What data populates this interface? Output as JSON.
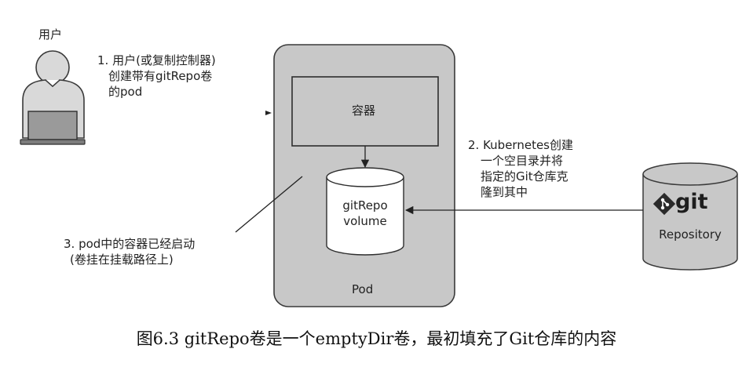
{
  "user": {
    "label": "用户"
  },
  "step1": {
    "lines": [
      "1. 用户(或复制控制器)",
      "创建带有gitRepo卷",
      "的pod"
    ]
  },
  "step2": {
    "lines": [
      "2. Kubernetes创建",
      "一个空目录并将",
      "指定的Git仓库克",
      "隆到其中"
    ]
  },
  "step3": {
    "lines": [
      "3. pod中的容器已经启动",
      "(卷挂在挂载路径上)"
    ]
  },
  "pod": {
    "label": "Pod",
    "container_label": "容器",
    "volume_lines": [
      "gitRepo",
      "volume"
    ]
  },
  "repository": {
    "logo_text": "git",
    "label": "Repository"
  },
  "caption": "图6.3 gitRepo卷是一个emptyDir卷，最初填充了Git仓库的内容",
  "colors": {
    "fill_gray": "#c8c8c8",
    "stroke": "#3a3a3a",
    "git_brand": "#f05133"
  }
}
